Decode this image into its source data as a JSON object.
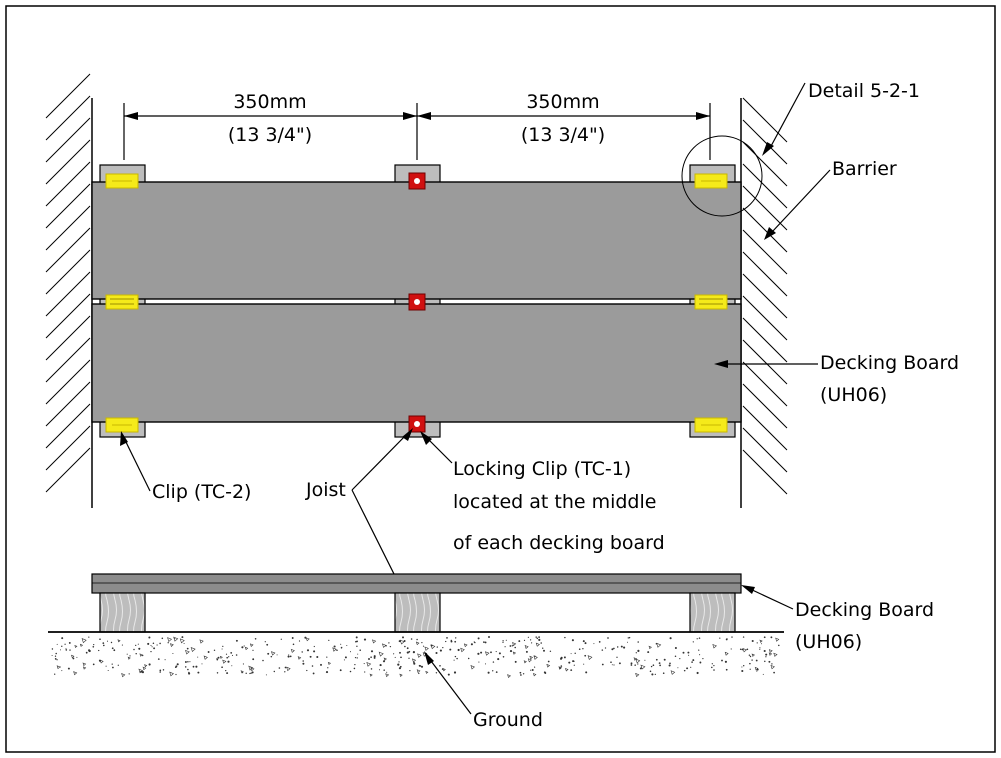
{
  "dimensions": {
    "left_mm": "350mm",
    "left_in": "(13 3/4\")",
    "right_mm": "350mm",
    "right_in": "(13 3/4\")"
  },
  "labels": {
    "detail": "Detail 5-2-1",
    "barrier": "Barrier",
    "decking_board_top_1": "Decking Board",
    "decking_board_top_2": "(UH06)",
    "clip": "Clip (TC-2)",
    "joist": "Joist",
    "locking_clip_1": "Locking Clip (TC-1)",
    "locking_clip_2": "located at the middle",
    "locking_clip_3": "of each decking board",
    "decking_board_bottom_1": "Decking Board",
    "decking_board_bottom_2": "(UH06)",
    "ground": "Ground"
  },
  "colors": {
    "board": "#9b9b9b",
    "clip": "#f5ea1a",
    "locking_clip": "#d01010"
  }
}
